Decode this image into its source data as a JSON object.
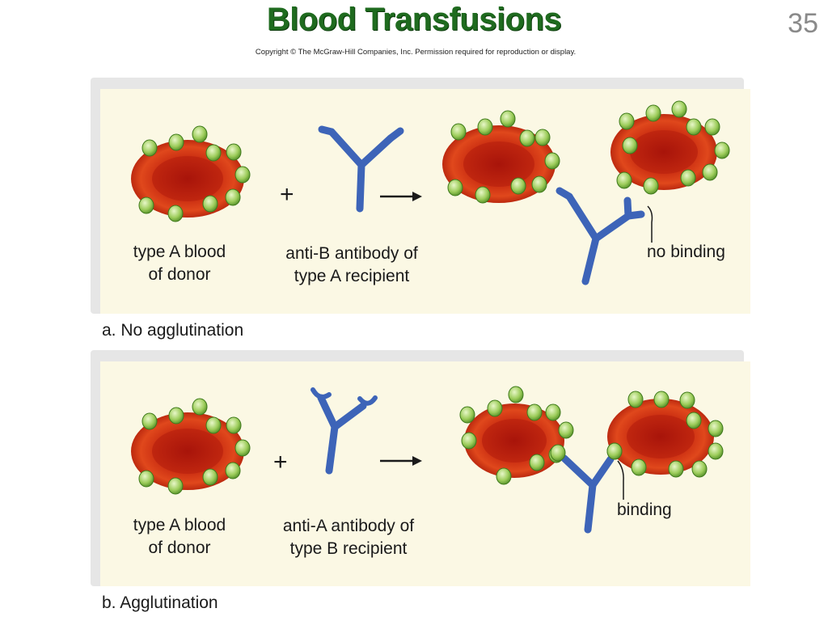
{
  "slide": {
    "title": "Blood Transfusions",
    "number": "35",
    "copyright": "Copyright © The McGraw-Hill Companies, Inc. Permission required for reproduction or display."
  },
  "panel_a": {
    "donor_label_line1": "type A blood",
    "donor_label_line2": "of donor",
    "antibody_label_line1": "anti-B antibody of",
    "antibody_label_line2": "type A recipient",
    "result_label": "no binding",
    "caption": "a. No agglutination"
  },
  "panel_b": {
    "donor_label_line1": "type A blood",
    "donor_label_line2": "of donor",
    "antibody_label_line1": "anti-A antibody of",
    "antibody_label_line2": "type B recipient",
    "result_label": "binding",
    "caption": "b. Agglutination"
  },
  "symbols": {
    "plus": "+",
    "arrow": "→"
  },
  "colors": {
    "title": "#1f6b1f",
    "panel_bg": "#fbf8e4",
    "cell_red": "#c8280f",
    "antigen_green": "#9ccc5a",
    "antibody_blue": "#3d64b8"
  }
}
